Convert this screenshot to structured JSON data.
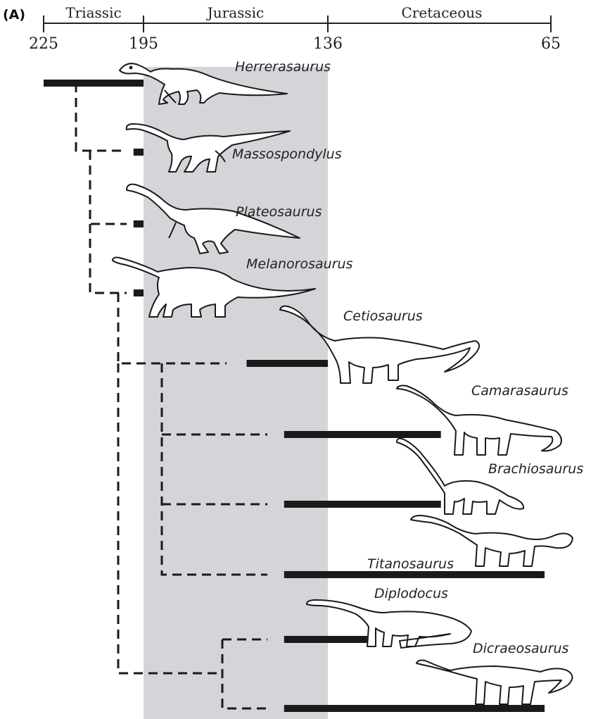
{
  "panel_label": "(A)",
  "periods": [
    {
      "id": "triassic",
      "name": "Triassic"
    },
    {
      "id": "jurassic",
      "name": "Jurassic"
    },
    {
      "id": "cretaceous",
      "name": "Cretaceous"
    }
  ],
  "ticks": [
    {
      "id": "t225",
      "label": "225",
      "mya": 225
    },
    {
      "id": "t195",
      "label": "195",
      "mya": 195
    },
    {
      "id": "t136",
      "label": "136",
      "mya": 136
    },
    {
      "id": "t65",
      "label": "65",
      "mya": 65
    }
  ],
  "taxa": [
    {
      "id": "herrerasaurus",
      "name": "Herrerasaurus",
      "first_mya": 225,
      "last_mya": 195
    },
    {
      "id": "massospondylus",
      "name": "Massospondylus",
      "first_mya": 198,
      "last_mya": 195
    },
    {
      "id": "plateosaurus",
      "name": "Plateosaurus",
      "first_mya": 198,
      "last_mya": 195
    },
    {
      "id": "melanorosaurus",
      "name": "Melanorosaurus",
      "first_mya": 198,
      "last_mya": 195
    },
    {
      "id": "cetiosaurus",
      "name": "Cetiosaurus",
      "first_mya": 162,
      "last_mya": 136
    },
    {
      "id": "camarasaurus",
      "name": "Camarasaurus",
      "first_mya": 150,
      "last_mya": 100
    },
    {
      "id": "brachiosaurus",
      "name": "Brachiosaurus",
      "first_mya": 150,
      "last_mya": 100
    },
    {
      "id": "titanosaurus",
      "name": "Titanosaurus",
      "first_mya": 150,
      "last_mya": 67
    },
    {
      "id": "diplodocus",
      "name": "Diplodocus",
      "first_mya": 150,
      "last_mya": 122
    },
    {
      "id": "dicraeosaurus",
      "name": "Dicraeosaurus",
      "first_mya": 150,
      "last_mya": 67
    }
  ]
}
